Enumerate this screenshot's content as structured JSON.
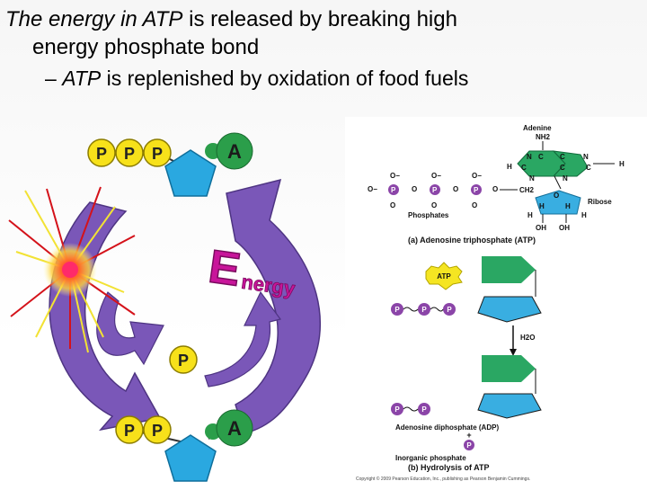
{
  "title": {
    "line1_italic": "The energy in ATP",
    "line1_rest": " is released by breaking high",
    "line2": "energy phosphate bond",
    "sub_dash": "– ",
    "sub_italic": "ATP",
    "sub_rest": " is replenished by oxidation of food fuels"
  },
  "left_cycle": {
    "phosphate_label": "P",
    "adenine_label": "A",
    "energy_big": "E",
    "energy_rest": "nergy",
    "colors": {
      "phosphate_fill": "#f7e11a",
      "phosphate_stroke": "#8c7d00",
      "ribose": "#2aa8e0",
      "adenine": "#2b9e4a",
      "arrow": "#7a57b8",
      "energy_text": "#c8159a",
      "burst_core": "#ff2a6a",
      "burst_ray_red": "#d4121a",
      "burst_ray_yellow": "#f2e234"
    }
  },
  "right_panel": {
    "adenine": "Adenine",
    "nh2": "NH2",
    "ring_c": "C",
    "ring_n": "N",
    "ring_h": "H",
    "o_atom": "O",
    "o_minus": "O−",
    "phosphate_letter": "P",
    "ch2": "CH2",
    "ribose": "Ribose",
    "oh": "OH",
    "phosphates": "Phosphates",
    "caption_a": "(a) Adenosine triphosphate (ATP)",
    "atp_badge": "ATP",
    "h2o": "H2O",
    "adp_label": "Adenosine diphosphate (ADP)",
    "plus": "+",
    "inorganic_label": "Inorganic phosphate",
    "caption_b": "(b) Hydrolysis of ATP",
    "copyright": "Copyright © 2009 Pearson Education, Inc., publishing as Pearson Benjamin Cummings.",
    "colors": {
      "adenine_green": "#2aa763",
      "ribose_blue": "#39aee1",
      "phosphate_purple": "#8b45a8",
      "badge_yellow": "#f5e522"
    }
  }
}
